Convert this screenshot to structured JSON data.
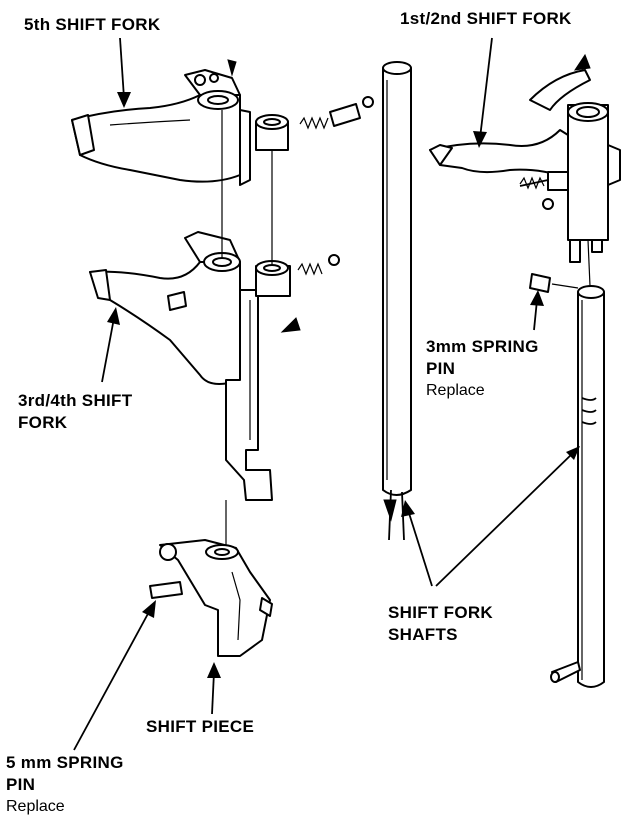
{
  "labels": {
    "fifth_shift_fork": "5th SHIFT FORK",
    "first_second_shift_fork": "1st/2nd SHIFT FORK",
    "third_fourth_line1": "3rd/4th SHIFT",
    "third_fourth_line2": "FORK",
    "spring_pin_3mm_line1": "3mm SPRING",
    "spring_pin_3mm_line2": "PIN",
    "spring_pin_3mm_note": "Replace",
    "shift_fork_shafts_line1": "SHIFT FORK",
    "shift_fork_shafts_line2": "SHAFTS",
    "shift_piece": "SHIFT PIECE",
    "spring_pin_5mm_line1": "5 mm SPRING",
    "spring_pin_5mm_line2": "PIN",
    "spring_pin_5mm_note": "Replace"
  },
  "icons": [
    "leader-arrow",
    "ball-detent-icon",
    "spring-icon",
    "spring-pin-icon"
  ]
}
